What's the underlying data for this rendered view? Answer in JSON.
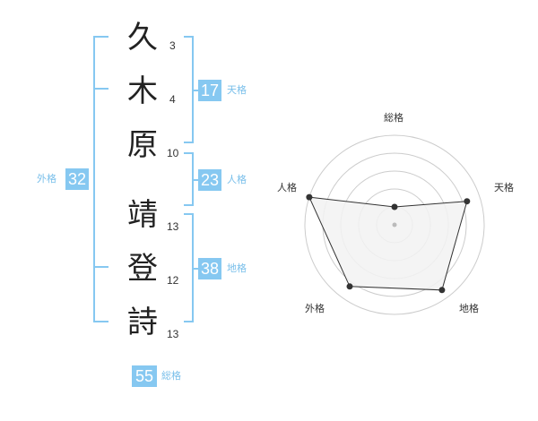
{
  "name": {
    "surname": [
      {
        "char": "久",
        "strokes": "3"
      },
      {
        "char": "木",
        "strokes": "4"
      },
      {
        "char": "原",
        "strokes": "10"
      }
    ],
    "given": [
      {
        "char": "靖",
        "strokes": "13"
      },
      {
        "char": "登",
        "strokes": "12"
      },
      {
        "char": "詩",
        "strokes": "13"
      }
    ]
  },
  "scores": {
    "tenkaku": {
      "value": "17",
      "label": "天格"
    },
    "jinkaku": {
      "value": "23",
      "label": "人格"
    },
    "chikaku": {
      "value": "38",
      "label": "地格"
    },
    "gaikaku": {
      "value": "32",
      "label": "外格"
    },
    "soukaku": {
      "value": "55",
      "label": "総格"
    }
  },
  "radar": {
    "labels": {
      "top": "総格",
      "right": "天格",
      "bottom_right": "地格",
      "bottom_left": "外格",
      "left": "人格"
    },
    "levels": [
      0.2,
      0.85,
      0.9,
      0.85,
      1.0
    ],
    "colors": {
      "ring": "#cccccc",
      "fill": "#f2f2f2",
      "line": "#333333",
      "point": "#333333",
      "center": "#bbbbbb"
    }
  },
  "colors": {
    "accent": "#86c8f1",
    "bracket": "#86c8f1"
  }
}
